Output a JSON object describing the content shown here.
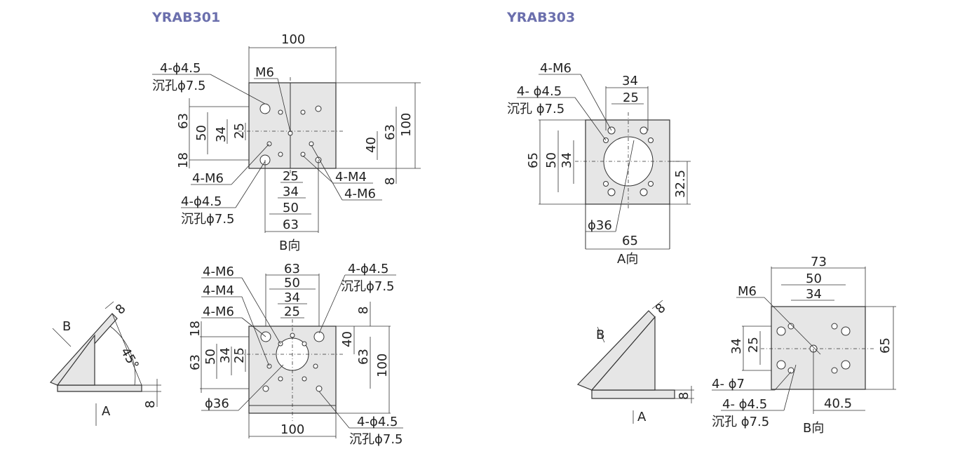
{
  "colors": {
    "title": "#6b6fad",
    "line": "#333333",
    "fill": "#e6e6e6"
  },
  "titles": {
    "left": "YRAB301",
    "right": "YRAB303"
  },
  "labels": {
    "hole_45": "4-ϕ4.5",
    "hole_45_sp": "4- ϕ4.5",
    "cb_75": "沉孔ϕ7.5",
    "cb_75_sp": "沉孔 ϕ7.5",
    "m6": "M6",
    "m6x4": "4-M6",
    "m4x4": "4-M4",
    "phi36": "ϕ36",
    "phi7x4": "4- ϕ7",
    "view_b": "B向",
    "view_a": "A向",
    "b": "B",
    "a": "A",
    "angle": "45°"
  },
  "dims": {
    "d100": "100",
    "d63": "63",
    "d50": "50",
    "d34": "34",
    "d25": "25",
    "d40": "40",
    "d8": "8",
    "d18": "18",
    "d65": "65",
    "d325": "32.5",
    "d73": "73",
    "d405": "40.5"
  }
}
